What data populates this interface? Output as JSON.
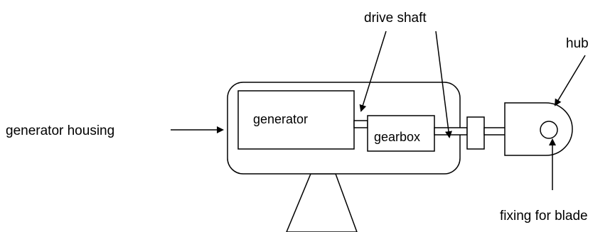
{
  "labels": {
    "generator_housing": "generator housing",
    "generator": "generator",
    "gearbox": "gearbox",
    "drive_shaft": "drive shaft",
    "hub": "hub",
    "fixing_for_blade": "fixing for blade"
  },
  "colors": {
    "stroke": "#000000",
    "background": "#ffffff"
  }
}
